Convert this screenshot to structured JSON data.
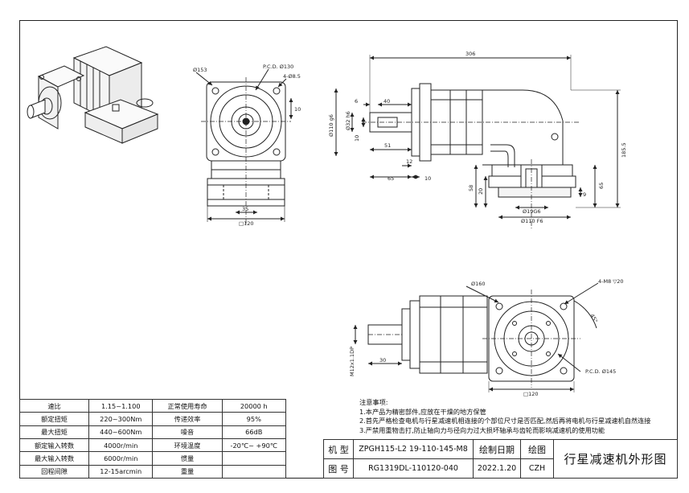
{
  "drawing": {
    "dims_front": {
      "d153": "Ø153",
      "pcd130": "P.C.D. Ø130",
      "holes": "4-Ø8.5",
      "ten": "10",
      "w35": "35",
      "sq120": "□120"
    },
    "dims_side": {
      "len306": "306",
      "six": "6",
      "forty": "40",
      "d110g6": "Ø110 g6",
      "d32h6": "Ø32 h6",
      "ten_key": "10",
      "fifty1": "51",
      "twelve": "12",
      "sixtyfive": "65",
      "ten_b": "10",
      "h185": "185.5",
      "h58": "58",
      "twenty": "20",
      "h65": "65",
      "nine": "9",
      "d19h6": "Ø19G6",
      "d110f6": "Ø110 F6"
    },
    "dims_lower": {
      "d160": "Ø160",
      "holes": "4-M8 ▽20",
      "angle": "45°",
      "pcd145": "P.C.D. Ø145",
      "sq120": "□120",
      "thirty": "30",
      "thread": "M12x1.1DP"
    }
  },
  "spec_table": [
    [
      "速比",
      "1.15~1.100",
      "正常使用寿命",
      "20000 h"
    ],
    [
      "额定扭矩",
      "220~300Nm",
      "传递效率",
      "95%"
    ],
    [
      "最大扭矩",
      "440~600Nm",
      "噪音",
      "66dB"
    ],
    [
      "额定输入转数",
      "4000r/min",
      "环境温度",
      "-20℃~ +90℃"
    ],
    [
      "最大输入转数",
      "6000r/min",
      "惯量",
      ""
    ],
    [
      "回程间隙",
      "12-15arcmin",
      "重量",
      ""
    ]
  ],
  "notes": {
    "heading": "注意事项:",
    "lines": [
      "1.本产品为精密部件,应放在干燥的地方保管",
      "2.首先严格检查电机与行星减速机相连接的个部位尺寸是否匹配,然后再将电机与行星减速机自然连接",
      "3.严禁用重物击打,防止轴向力与径向力过大损坏轴承与齿轮而影响减速机的使用功能"
    ]
  },
  "title_block": {
    "model_label": "机 型",
    "model_value": "ZPGH115-L2 19-110-145-M8",
    "date_label": "绘制日期",
    "drawer_label": "绘图",
    "title": "行星减速机外形图",
    "number_label": "图 号",
    "number_value": "RG1319DL-110120-040",
    "date_value": "2022.1.20",
    "drawer_value": "CZH"
  }
}
